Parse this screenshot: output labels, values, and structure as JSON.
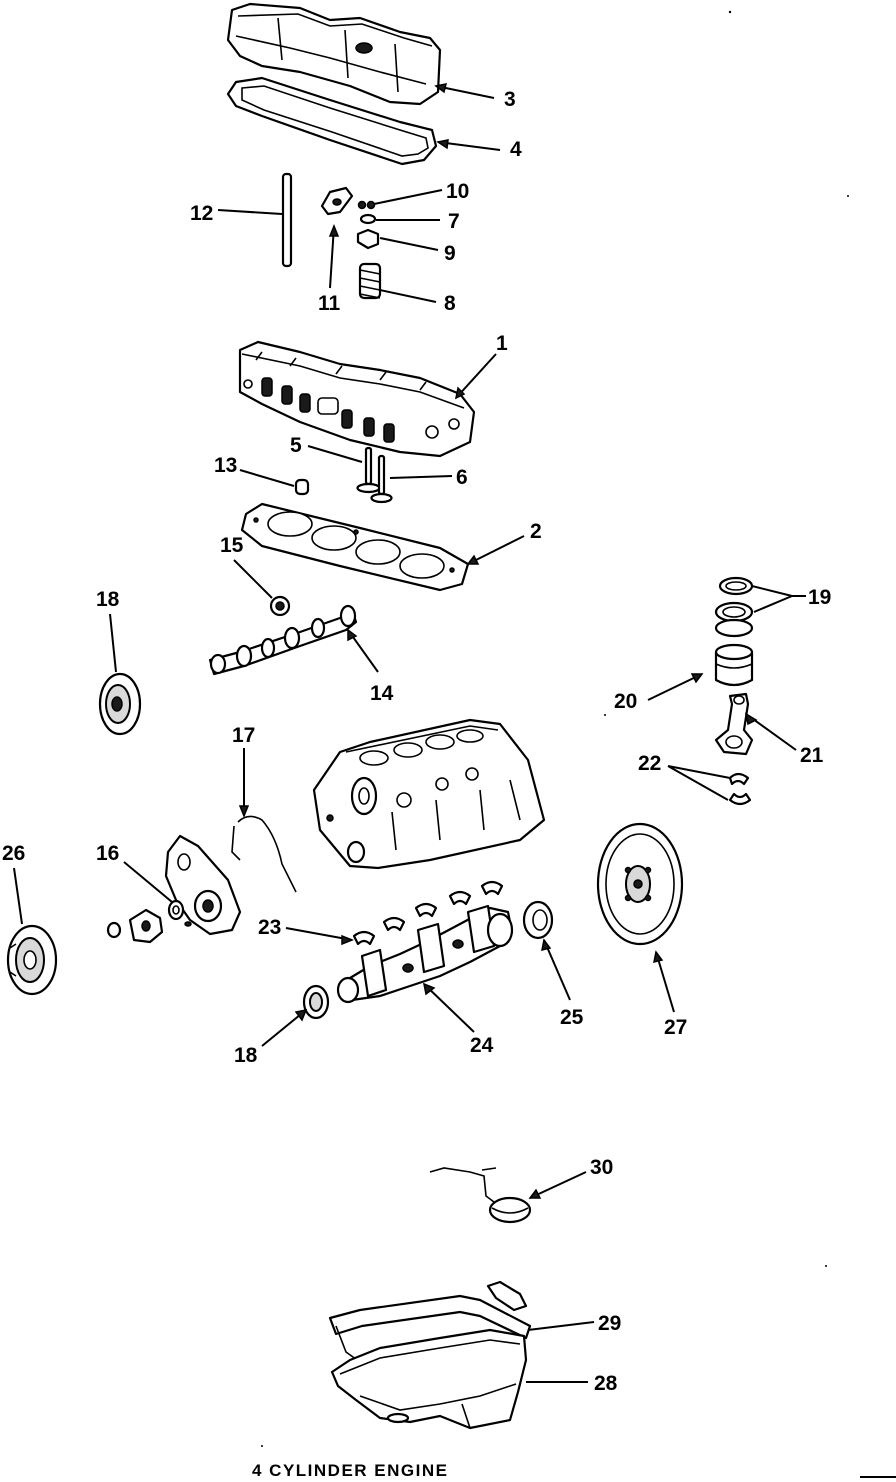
{
  "diagram": {
    "caption": "4 CYLINDER ENGINE",
    "callouts": [
      {
        "id": "1",
        "label": "1"
      },
      {
        "id": "2",
        "label": "2"
      },
      {
        "id": "3",
        "label": "3"
      },
      {
        "id": "4",
        "label": "4"
      },
      {
        "id": "5",
        "label": "5"
      },
      {
        "id": "6",
        "label": "6"
      },
      {
        "id": "7",
        "label": "7"
      },
      {
        "id": "8",
        "label": "8"
      },
      {
        "id": "9",
        "label": "9"
      },
      {
        "id": "10",
        "label": "10"
      },
      {
        "id": "11",
        "label": "11"
      },
      {
        "id": "12",
        "label": "12"
      },
      {
        "id": "13",
        "label": "13"
      },
      {
        "id": "14",
        "label": "14"
      },
      {
        "id": "15",
        "label": "15"
      },
      {
        "id": "16",
        "label": "16"
      },
      {
        "id": "17",
        "label": "17"
      },
      {
        "id": "18a",
        "label": "18"
      },
      {
        "id": "18b",
        "label": "18"
      },
      {
        "id": "19",
        "label": "19"
      },
      {
        "id": "20",
        "label": "20"
      },
      {
        "id": "21",
        "label": "21"
      },
      {
        "id": "22",
        "label": "22"
      },
      {
        "id": "23",
        "label": "23"
      },
      {
        "id": "24",
        "label": "24"
      },
      {
        "id": "25",
        "label": "25"
      },
      {
        "id": "26",
        "label": "26"
      },
      {
        "id": "27",
        "label": "27"
      },
      {
        "id": "28",
        "label": "28"
      },
      {
        "id": "29",
        "label": "29"
      },
      {
        "id": "30",
        "label": "30"
      }
    ]
  }
}
